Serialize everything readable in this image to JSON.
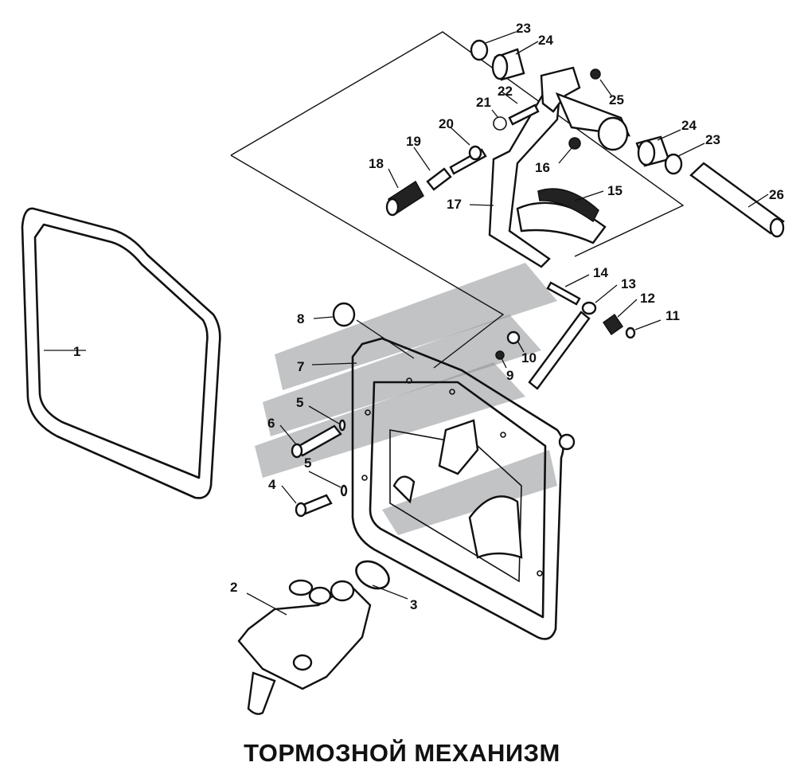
{
  "caption": "ТОРМОЗНОЙ МЕХАНИЗМ",
  "callouts": [
    "1",
    "2",
    "3",
    "4",
    "5",
    "5",
    "6",
    "7",
    "8",
    "9",
    "10",
    "11",
    "12",
    "13",
    "14",
    "15",
    "16",
    "17",
    "18",
    "19",
    "20",
    "21",
    "22",
    "23",
    "23",
    "24",
    "24",
    "25",
    "26"
  ]
}
